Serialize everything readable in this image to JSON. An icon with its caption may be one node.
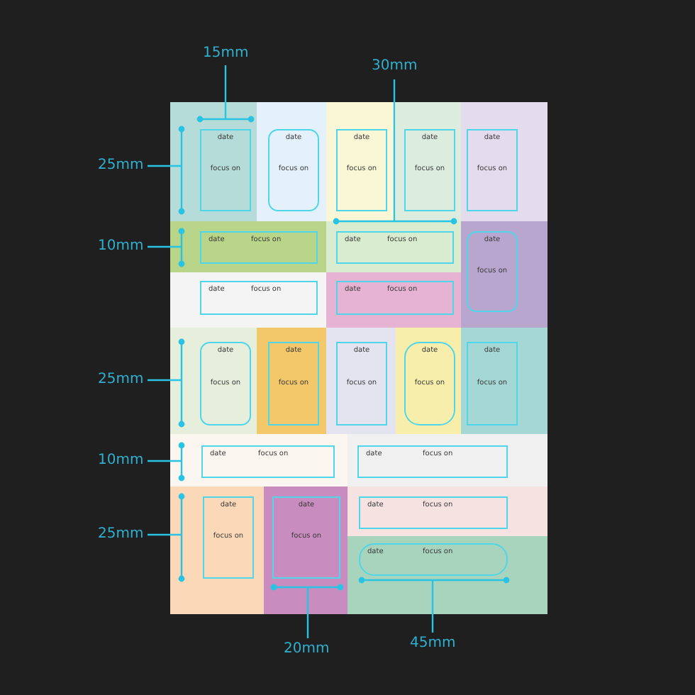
{
  "diagram": {
    "nodes": [
      {
        "text": [
          "date",
          "focus on"
        ]
      },
      {
        "text": [
          "date",
          "focus on"
        ]
      },
      {
        "text": [
          "date",
          "focus on"
        ]
      },
      {
        "text": [
          "date",
          "focus on"
        ]
      },
      {
        "text": [
          "date",
          "focus on"
        ]
      },
      {
        "text": [
          "date",
          "focus on"
        ]
      },
      {
        "text": [
          "date",
          "focus on"
        ]
      },
      {
        "text": [
          "date",
          "focus on"
        ]
      },
      {
        "text": [
          "date",
          "focus on"
        ]
      },
      {
        "text": [
          "date",
          "focus on"
        ]
      },
      {
        "text": [
          "date",
          "focus on"
        ]
      },
      {
        "text": [
          "date",
          "focus on"
        ]
      },
      {
        "text": [
          "date",
          "focus on"
        ]
      },
      {
        "text": [
          "date",
          "focus on"
        ]
      },
      {
        "text": [
          "date",
          "focus on"
        ]
      },
      {
        "text": [
          "date",
          "focus on"
        ]
      },
      {
        "text": [
          "date",
          "focus on"
        ]
      },
      {
        "text": [
          "date",
          "focus on"
        ]
      },
      {
        "text": [
          "date",
          "focus on"
        ]
      },
      {
        "text": [
          "date",
          "focus on"
        ]
      },
      {
        "text": [
          "date",
          "focus on"
        ]
      }
    ],
    "edges": [],
    "labels": [
      "15mm",
      "30mm",
      "25mm",
      "10mm",
      "25mm",
      "10mm",
      "25mm",
      "20mm",
      "45mm"
    ]
  }
}
